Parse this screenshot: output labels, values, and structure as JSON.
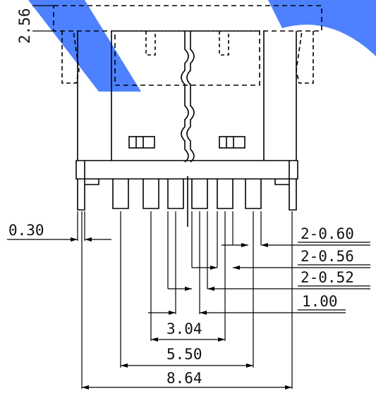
{
  "watermark": {
    "color": "#2f6bff"
  },
  "dimensions": {
    "top_left": "2.56",
    "left_lead_width": "0.30",
    "pin_a": "2-0.60",
    "pin_b": "2-0.56",
    "pin_c": "2-0.52",
    "pitch": "1.00",
    "inner_span": "3.04",
    "mid_span": "5.50",
    "outer_span": "8.64"
  }
}
